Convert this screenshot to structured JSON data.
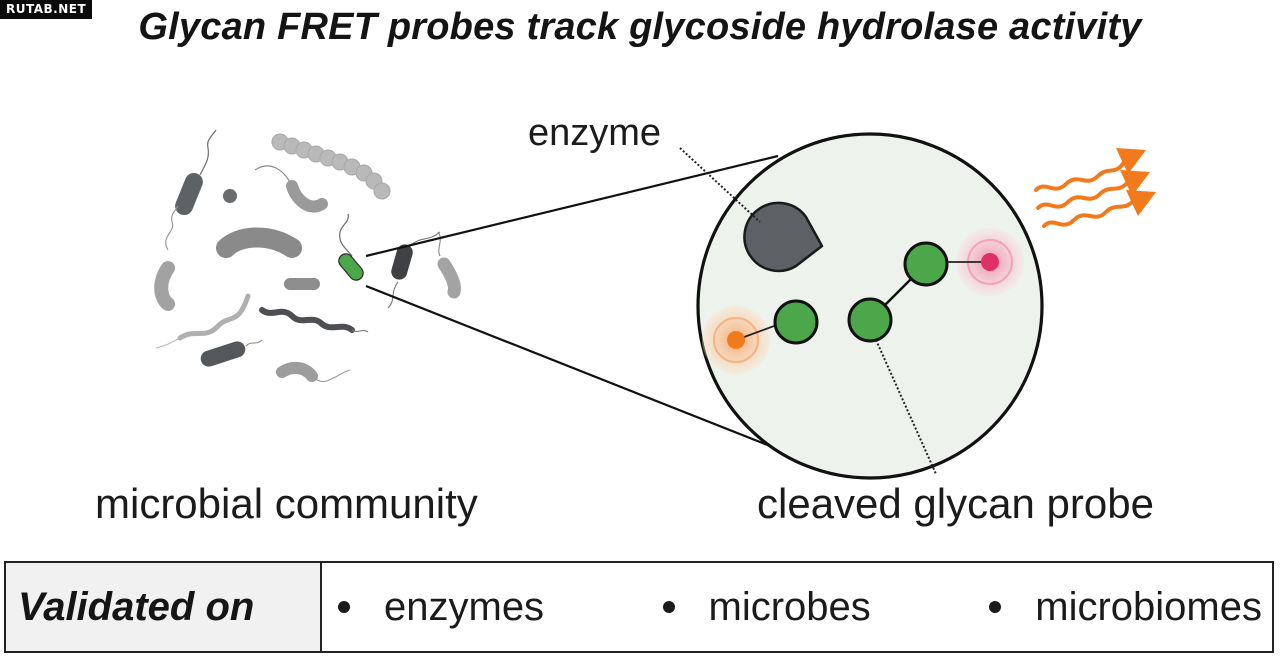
{
  "watermark": "RUTAB.NET",
  "title": "Glycan FRET probes track glycoside hydrolase activity",
  "labels": {
    "enzyme": "enzyme",
    "community": "microbial community",
    "cleaved_probe": "cleaved glycan probe"
  },
  "footer": {
    "heading": "Validated on",
    "items": [
      "enzymes",
      "microbes",
      "microbiomes"
    ]
  },
  "colors": {
    "glycan_green": "#4ca64a",
    "enzyme_gray": "#5d6166",
    "donor_orange": "#f07a1c",
    "acceptor_pink": "#e0306a",
    "emission_orange": "#f27a1c",
    "zoom_fill": "#eef2ec"
  },
  "icons": [
    "microbe-shapes",
    "pacman-enzyme",
    "fluorescence-emission-waves"
  ]
}
